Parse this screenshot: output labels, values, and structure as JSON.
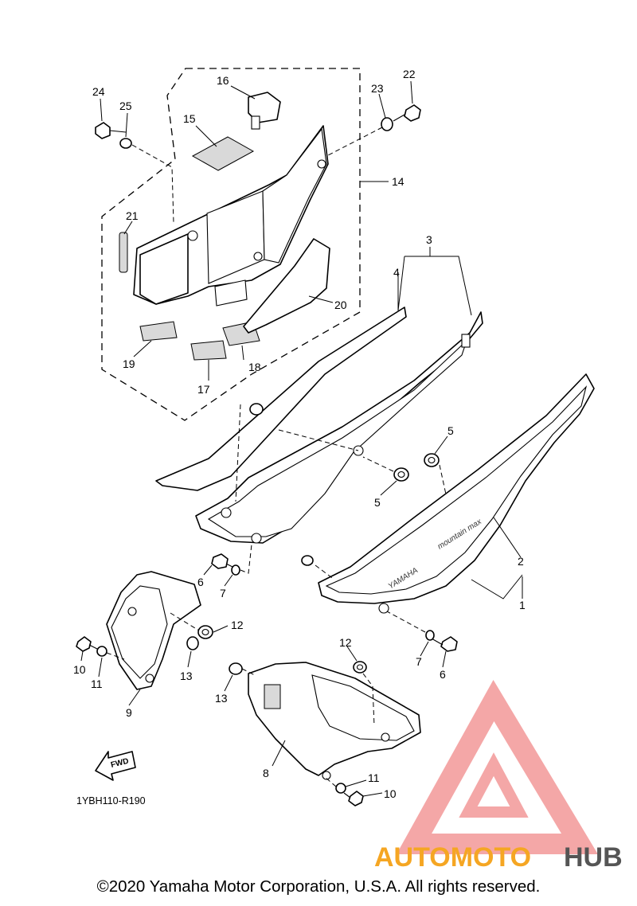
{
  "diagram": {
    "code": "1YBH110-R190",
    "copyright": "©2020 Yamaha Motor Corporation, U.S.A. All rights reserved.",
    "fwd_arrow_label": "FWD",
    "panel_text_yamaha": "YAMAHA",
    "panel_text_model": "mountain max"
  },
  "watermark": {
    "text_part1": "AUTOMOTO",
    "text_part2": "HUB",
    "color_triangle": "#f08a8a",
    "color_text1": "#f5a623",
    "color_text2": "#555555"
  },
  "callouts": {
    "c1": "1",
    "c2": "2",
    "c3": "3",
    "c4": "4",
    "c5a": "5",
    "c5b": "5",
    "c6a": "6",
    "c6b": "6",
    "c7a": "7",
    "c7b": "7",
    "c8": "8",
    "c9": "9",
    "c10a": "10",
    "c10b": "10",
    "c11a": "11",
    "c11b": "11",
    "c12a": "12",
    "c12b": "12",
    "c13a": "13",
    "c13b": "13",
    "c14": "14",
    "c15": "15",
    "c16": "16",
    "c17": "17",
    "c18": "18",
    "c19": "19",
    "c20": "20",
    "c21": "21",
    "c22": "22",
    "c23": "23",
    "c24": "24",
    "c25": "25"
  }
}
